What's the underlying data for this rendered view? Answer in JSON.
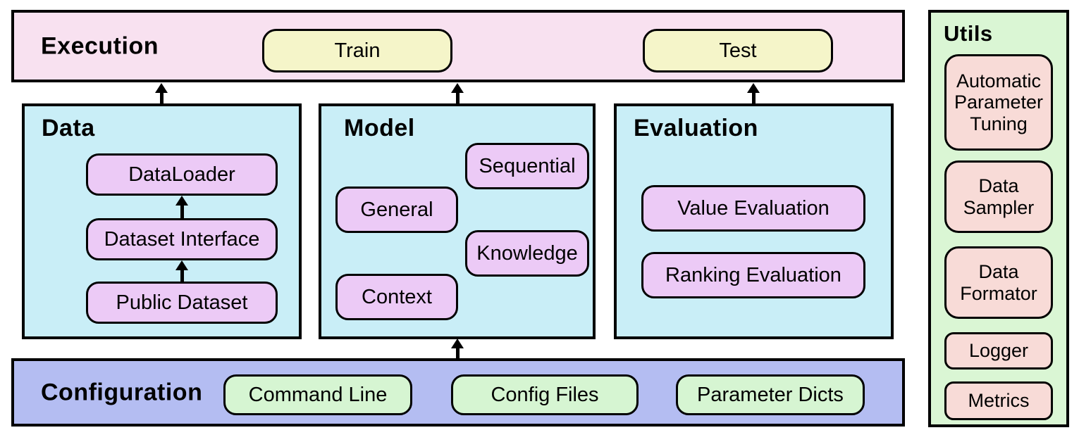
{
  "colors": {
    "execution_bg": "#f8e1f0",
    "run_button_bg": "#f5f5c9",
    "section_bg": "#c9eef7",
    "module_bg": "#eccaf6",
    "configuration_bg": "#b4bdf2",
    "config_item_bg": "#d6f5d2",
    "utils_bg": "#daf6d4",
    "utils_item_bg": "#f8dbd7",
    "border": "#000000"
  },
  "execution": {
    "title": "Execution",
    "buttons": [
      {
        "label": "Train"
      },
      {
        "label": "Test"
      }
    ]
  },
  "data_section": {
    "title": "Data",
    "items": [
      {
        "label": "DataLoader"
      },
      {
        "label": "Dataset Interface"
      },
      {
        "label": "Public Dataset"
      }
    ]
  },
  "model_section": {
    "title": "Model",
    "items": [
      {
        "label": "Sequential"
      },
      {
        "label": "General"
      },
      {
        "label": "Knowledge"
      },
      {
        "label": "Context"
      }
    ]
  },
  "evaluation_section": {
    "title": "Evaluation",
    "items": [
      {
        "label": "Value Evaluation"
      },
      {
        "label": "Ranking Evaluation"
      }
    ]
  },
  "configuration": {
    "title": "Configuration",
    "items": [
      {
        "label": "Command Line"
      },
      {
        "label": "Config Files"
      },
      {
        "label": "Parameter Dicts"
      }
    ]
  },
  "utils": {
    "title": "Utils",
    "items": [
      {
        "label": "Automatic Parameter Tuning"
      },
      {
        "label": "Data Sampler"
      },
      {
        "label": "Data Formator"
      },
      {
        "label": "Logger"
      },
      {
        "label": "Metrics"
      }
    ]
  }
}
